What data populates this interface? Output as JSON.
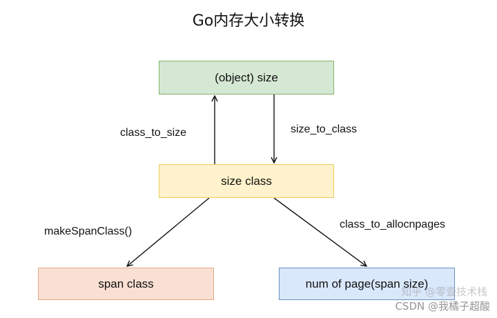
{
  "title": "Go内存大小转换",
  "nodes": {
    "object_size": "(object) size",
    "size_class": "size class",
    "span_class": "span class",
    "num_of_page": "num of page(span size)"
  },
  "edges": {
    "class_to_size": "class_to_size",
    "size_to_class": "size_to_class",
    "make_span_class": "makeSpanClass()",
    "class_to_allocnpages": "class_to_allocnpages"
  },
  "watermark": {
    "line1": "知乎 @零壹技术栈",
    "line2": "CSDN @我橘子超酸"
  },
  "colors": {
    "green_fill": "#d5e8d4",
    "yellow_fill": "#fff2cc",
    "orange_fill": "#fae0d2",
    "blue_fill": "#dae8fc"
  }
}
